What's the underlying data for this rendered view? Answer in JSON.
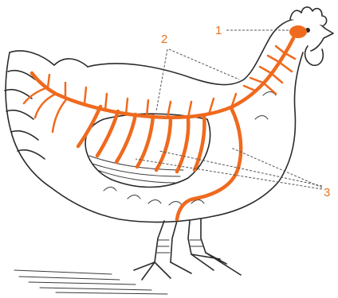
{
  "callouts": [
    {
      "label": "1"
    },
    {
      "label": "2"
    },
    {
      "label": "3"
    }
  ],
  "colors": {
    "nerve": "#ef6a1e",
    "outline": "#2b2b2b",
    "comb": "#ffffff",
    "label": "#e8711f"
  },
  "icons": {
    "figure": "hen-nervous-system-illustration"
  }
}
